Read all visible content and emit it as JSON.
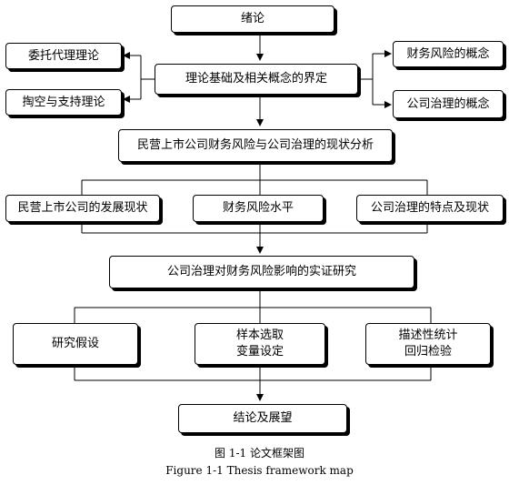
{
  "nodes": {
    "intro": "绪论",
    "theory_basis": "理论基础及相关概念的界定",
    "agency_theory": "委托代理理论",
    "tunneling_theory": "掏空与支持理论",
    "financial_risk_concept": "财务风险的概念",
    "governance_concept": "公司治理的概念",
    "status_analysis": "民营上市公司财务风险与公司治理的现状分析",
    "development_status": "民营上市公司的发展现状",
    "risk_level": "财务风险水平",
    "governance_features": "公司治理的特点及现状",
    "empirical_study": "公司治理对财务风险影响的实证研究",
    "hypothesis": "研究假设",
    "sample_variables": "样本选取\n变量设定",
    "stats_regression": "描述性统计\n回归检验",
    "conclusion": "结论及展望"
  },
  "caption": {
    "zh": "图 1-1  论文框架图",
    "en": "Figure 1-1 Thesis framework map"
  }
}
